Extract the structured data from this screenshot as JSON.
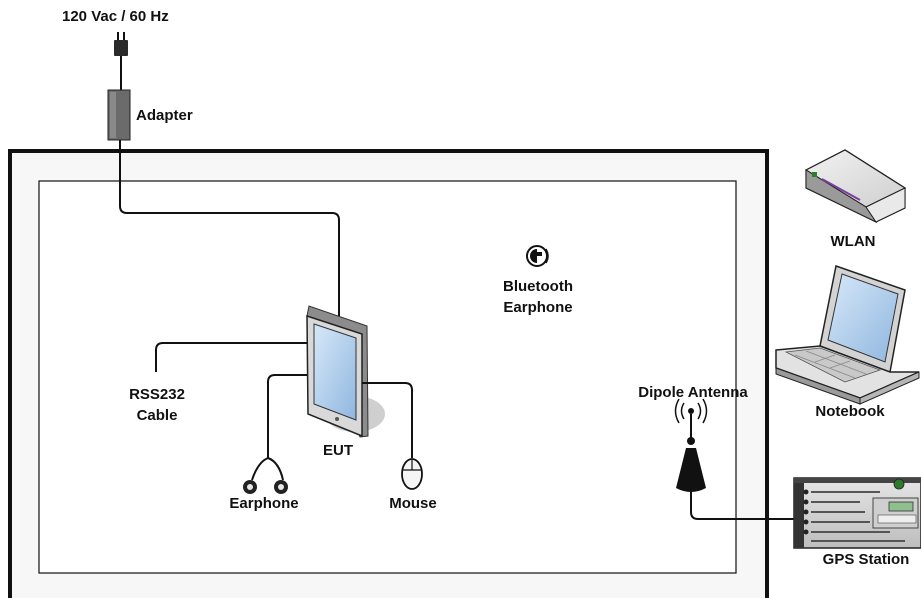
{
  "labels": {
    "power": "120 Vac / 60 Hz",
    "adapter": "Adapter",
    "eut": "EUT",
    "rs232_line1": "RSS232",
    "rs232_line2": "Cable",
    "earphone": "Earphone",
    "mouse": "Mouse",
    "bluetooth_line1": "Bluetooth",
    "bluetooth_line2": "Earphone",
    "dipole_antenna": "Dipole Antenna",
    "wlan": "WLAN",
    "notebook": "Notebook",
    "gps_station": "GPS Station"
  },
  "colors": {
    "line": "#111111",
    "device_fill": "#dcdcdc",
    "device_dark": "#555555",
    "screen": "#9fc3e8",
    "shadow": "#c8c8c8"
  },
  "icons": {
    "power": "power-plug-icon",
    "adapter": "adapter-icon",
    "eut": "tablet-icon",
    "earphone": "earphone-icon",
    "mouse": "mouse-icon",
    "bluetooth": "bluetooth-earpiece-icon",
    "antenna": "dipole-antenna-icon",
    "wlan": "wlan-router-icon",
    "notebook": "laptop-icon",
    "gps": "gps-station-icon"
  }
}
